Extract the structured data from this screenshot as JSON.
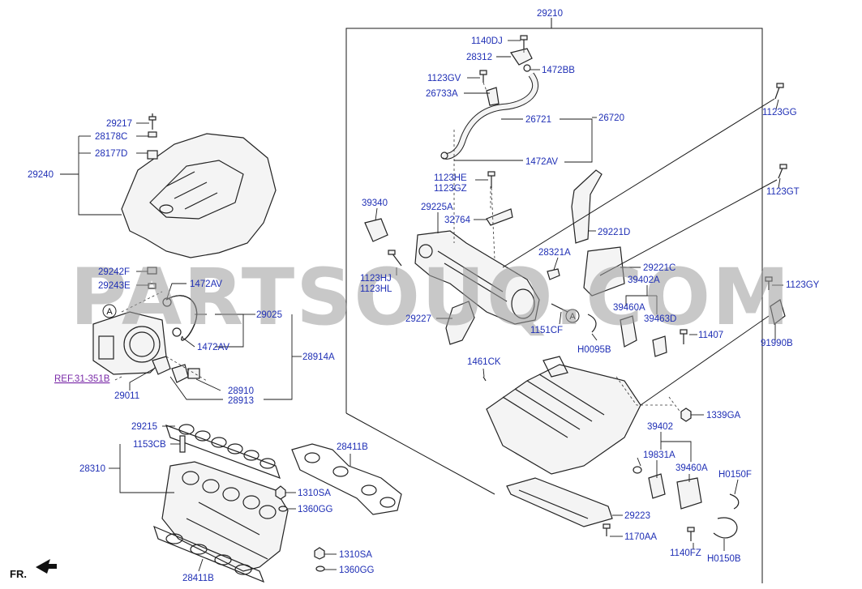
{
  "watermark": "PARTSOUQ.COM",
  "direction_label": "FR.",
  "reference_label": "REF.31-351B",
  "callout_marks": [
    "A",
    "A"
  ],
  "part_numbers": {
    "p29210": "29210",
    "p1140DJ": "1140DJ",
    "p28312": "28312",
    "p1472BB": "1472BB",
    "p1123GV": "1123GV",
    "p26733A": "26733A",
    "p26721": "26721",
    "p26720": "26720",
    "p1472AV_top": "1472AV",
    "p1123HE": "1123HE",
    "p1123GZ": "1123GZ",
    "p39340": "39340",
    "p29225A": "29225A",
    "p32764": "32764",
    "p29221D": "29221D",
    "p28321A": "28321A",
    "p29221C": "29221C",
    "p1123HJ": "1123HJ",
    "p1123HL": "1123HL",
    "p39402A": "39402A",
    "p39460A_top": "39460A",
    "p39463D": "39463D",
    "p29227": "29227",
    "p1151CF": "1151CF",
    "p11407": "11407",
    "pH0095B": "H0095B",
    "p1461CK": "1461CK",
    "p1123GG": "1123GG",
    "p1123GT": "1123GT",
    "p1123GY": "1123GY",
    "p91990B": "91990B",
    "p1339GA": "1339GA",
    "p39402": "39402",
    "p19831A": "19831A",
    "p39460A_bot": "39460A",
    "pH0150F": "H0150F",
    "p29223": "29223",
    "p1170AA": "1170AA",
    "p1140FZ": "1140FZ",
    "pH0150B": "H0150B",
    "p29217": "29217",
    "p28178C": "28178C",
    "p28177D": "28177D",
    "p29240": "29240",
    "p29242F": "29242F",
    "p29243E": "29243E",
    "p1472AV_a": "1472AV",
    "p29025": "29025",
    "p1472AV_b": "1472AV",
    "p28914A": "28914A",
    "p29011": "29011",
    "p28910": "28910",
    "p28913": "28913",
    "p29215": "29215",
    "p1153CB": "1153CB",
    "p28310": "28310",
    "p28411B_top": "28411B",
    "p1310SA_a": "1310SA",
    "p1360GG_a": "1360GG",
    "p1310SA_b": "1310SA",
    "p1360GG_b": "1360GG",
    "p28411B_bot": "28411B"
  },
  "colors": {
    "part_number_text": "#1f2fb5",
    "reference_text": "#7a2aa8",
    "watermark": "#9a9a9a",
    "line": "#1a1a1a"
  }
}
